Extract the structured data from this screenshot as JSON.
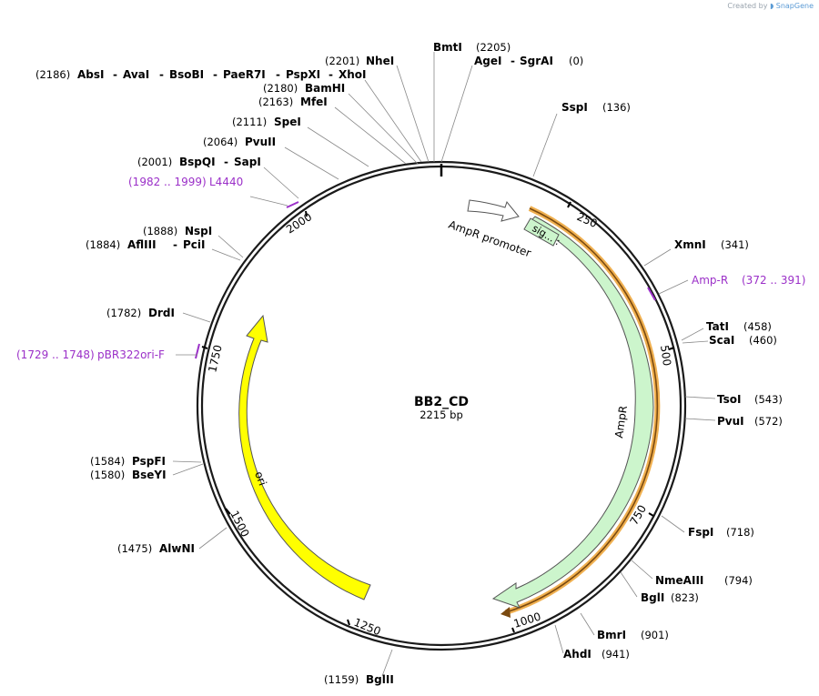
{
  "brand": {
    "created_by": "Created by",
    "app": "SnapGene"
  },
  "plasmid": {
    "name": "BB2_CD",
    "length_label": "2215 bp"
  },
  "ticks": [
    {
      "label": "250",
      "pos": 250
    },
    {
      "label": "500",
      "pos": 500
    },
    {
      "label": "750",
      "pos": 750
    },
    {
      "label": "1000",
      "pos": 1000
    },
    {
      "label": "1250",
      "pos": 1250
    },
    {
      "label": "1500",
      "pos": 1500
    },
    {
      "label": "1750",
      "pos": 1750
    },
    {
      "label": "2000",
      "pos": 2000
    }
  ],
  "features": [
    {
      "name": "AmpR promoter",
      "label": "AmpR promoter",
      "color": "#ffffff"
    },
    {
      "name": "AmpR",
      "label": "AmpR",
      "color": "#ccf5cc"
    },
    {
      "name": "signal",
      "label": "sig... :",
      "color": "#ccf5cc"
    },
    {
      "name": "ori",
      "label": "ori",
      "color": "#ffff00"
    }
  ],
  "enzymes": [
    {
      "lines": [
        {
          "pos": "(2205)",
          "name": "BmtI"
        }
      ],
      "site": 2205
    },
    {
      "lines": [
        {
          "name": "AgeI"
        },
        {
          "name": "SgrAI"
        },
        {
          "pos": "(0)"
        }
      ],
      "site": 0
    },
    {
      "lines": [
        {
          "pos": "(2201)",
          "name": "NheI"
        }
      ],
      "site": 2201
    },
    {
      "lines": [
        {
          "pos": "(2186)",
          "name": "AbsI"
        },
        {
          "name": "AvaI"
        },
        {
          "name": "BsoBI"
        },
        {
          "name": "PaeR7I"
        },
        {
          "name": "PspXI"
        },
        {
          "name": "XhoI"
        }
      ],
      "site": 2186
    },
    {
      "lines": [
        {
          "pos": "(2180)",
          "name": "BamHI"
        }
      ],
      "site": 2180
    },
    {
      "lines": [
        {
          "pos": "(2163)",
          "name": "MfeI"
        }
      ],
      "site": 2163
    },
    {
      "lines": [
        {
          "pos": "(2111)",
          "name": "SpeI"
        }
      ],
      "site": 2111
    },
    {
      "lines": [
        {
          "pos": "(2064)",
          "name": "PvuII"
        }
      ],
      "site": 2064
    },
    {
      "lines": [
        {
          "pos": "(2001)",
          "name": "BspQI"
        },
        {
          "name": "SapI"
        }
      ],
      "site": 2001
    },
    {
      "lines": [
        {
          "pos": "(1888)",
          "name": "NspI"
        }
      ],
      "site": 1888
    },
    {
      "lines": [
        {
          "pos": "(1884)",
          "name": "AflIII"
        },
        {
          "name": "PciI"
        }
      ],
      "site": 1884
    },
    {
      "lines": [
        {
          "pos": "(1782)",
          "name": "DrdI"
        }
      ],
      "site": 1782
    },
    {
      "lines": [
        {
          "pos": "(1584)",
          "name": "PspFI"
        }
      ],
      "site": 1584
    },
    {
      "lines": [
        {
          "pos": "(1580)",
          "name": "BseYI"
        }
      ],
      "site": 1580
    },
    {
      "lines": [
        {
          "pos": "(1475)",
          "name": "AlwNI"
        }
      ],
      "site": 1475
    },
    {
      "lines": [
        {
          "pos": "(1159)",
          "name": "BglII"
        }
      ],
      "site": 1159
    },
    {
      "lines": [
        {
          "name": "SspI"
        },
        {
          "pos": "(136)"
        }
      ],
      "site": 136
    },
    {
      "lines": [
        {
          "name": "XmnI"
        },
        {
          "pos": "(341)"
        }
      ],
      "site": 341
    },
    {
      "lines": [
        {
          "name": "TatI"
        },
        {
          "pos": "(458)"
        }
      ],
      "site": 458
    },
    {
      "lines": [
        {
          "name": "ScaI"
        },
        {
          "pos": "(460)"
        }
      ],
      "site": 460
    },
    {
      "lines": [
        {
          "name": "TsoI"
        },
        {
          "pos": "(543)"
        }
      ],
      "site": 543
    },
    {
      "lines": [
        {
          "name": "PvuI"
        },
        {
          "pos": "(572)"
        }
      ],
      "site": 572
    },
    {
      "lines": [
        {
          "name": "FspI"
        },
        {
          "pos": "(718)"
        }
      ],
      "site": 718
    },
    {
      "lines": [
        {
          "name": "NmeAIII"
        },
        {
          "pos": "(794)"
        }
      ],
      "site": 794
    },
    {
      "lines": [
        {
          "name": "BglI"
        },
        {
          "pos": "(823)"
        }
      ],
      "site": 823
    },
    {
      "lines": [
        {
          "name": "BmrI"
        },
        {
          "pos": "(901)"
        }
      ],
      "site": 901
    },
    {
      "lines": [
        {
          "name": "AhdI"
        },
        {
          "pos": "(941)"
        }
      ],
      "site": 941
    }
  ],
  "primers": [
    {
      "pos": "(1982 .. 1999)",
      "name": "L4440",
      "start": 1982,
      "end": 1999
    },
    {
      "name": "Amp-R",
      "pos": "(372 .. 391)",
      "start": 372,
      "end": 391
    },
    {
      "pos": "(1729 .. 1748)",
      "name": "pBR322ori-F",
      "start": 1729,
      "end": 1748
    }
  ],
  "colors": {
    "backbone": "#1a1a1a",
    "primer": "#9b30c8",
    "ampr": "#ccf5cc",
    "ori": "#ffff00",
    "orf_outline": "#f0b050"
  }
}
